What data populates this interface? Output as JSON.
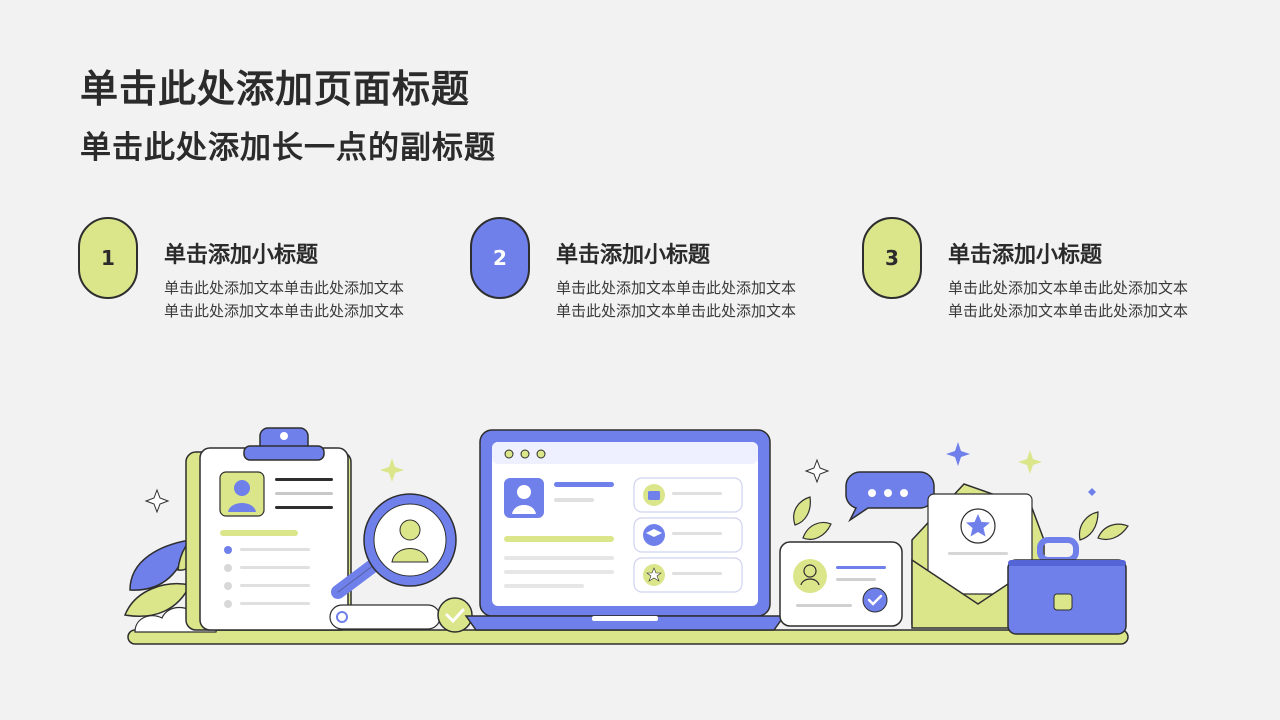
{
  "header": {
    "title": "单击此处添加页面标题",
    "subtitle": "单击此处添加长一点的副标题"
  },
  "features": [
    {
      "number": "1",
      "title": "单击添加小标题",
      "body": "单击此处添加文本单击此处添加文本单击此处添加文本单击此处添加文本",
      "color": "#dbe68b"
    },
    {
      "number": "2",
      "title": "单击添加小标题",
      "body": "单击此处添加文本单击此处添加文本单击此处添加文本单击此处添加文本",
      "color": "#6f80ea"
    },
    {
      "number": "3",
      "title": "单击添加小标题",
      "body": "单击此处添加文本单击此处添加文本单击此处添加文本单击此处添加文本",
      "color": "#dbe68b"
    }
  ],
  "colors": {
    "background": "#f2f2f2",
    "accent_blue": "#6f80ea",
    "accent_lime": "#dbe68b",
    "outline": "#2e2e2e"
  },
  "illustration": {
    "elements": [
      "clipboard-icon",
      "magnifier-user-icon",
      "laptop-icon",
      "chat-bubble-icon",
      "profile-card-icon",
      "envelope-star-icon",
      "briefcase-icon",
      "leaf-icon",
      "sparkle-icon"
    ]
  }
}
